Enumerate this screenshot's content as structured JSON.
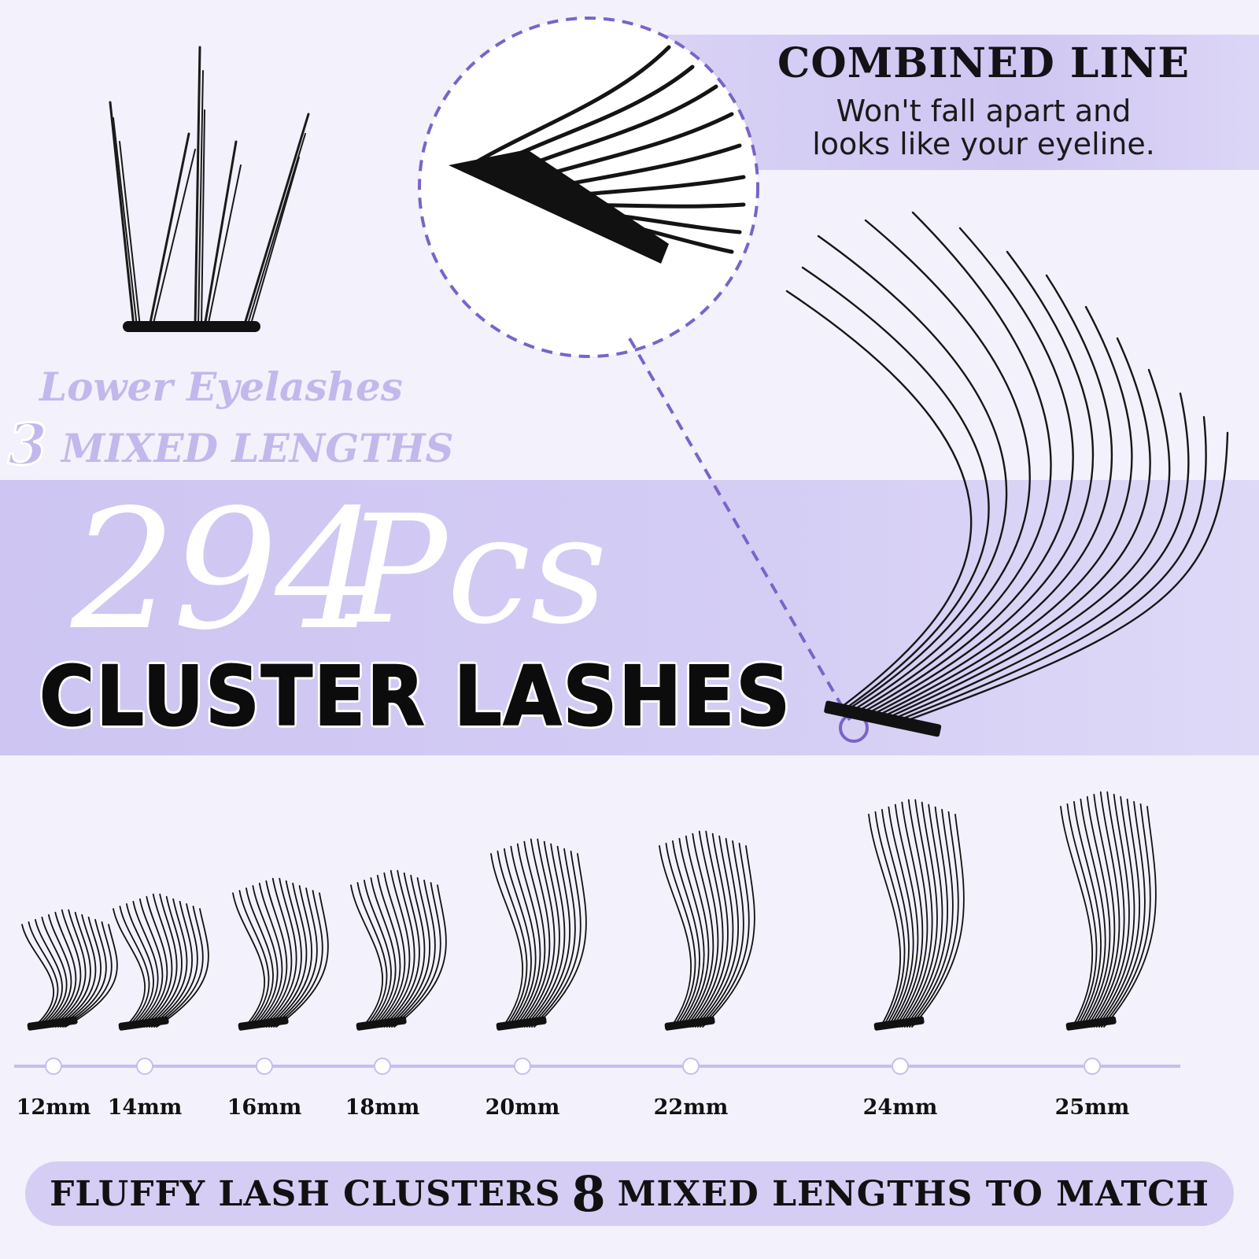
{
  "combined": {
    "title": "COMBINED LINE",
    "line1": "Won't fall apart and",
    "line2": "looks like your eyeline."
  },
  "lower": {
    "title": "Lower Eyelashes",
    "number": "3",
    "lengths": "MIXED LENGTHS"
  },
  "hero": {
    "count": "294",
    "unit": "Pcs",
    "title": "CLUSTER LASHES"
  },
  "lengths": [
    "12mm",
    "14mm",
    "16mm",
    "18mm",
    "20mm",
    "22mm",
    "24mm",
    "25mm"
  ],
  "bottom": {
    "prefix": "FLUFFY LASH CLUSTERS",
    "number": "8",
    "suffix": "MIXED LENGTHS TO MATCH"
  },
  "colors": {
    "accent": "#7a63c9",
    "lavender": "#cfc6f2",
    "lash": "#111111"
  }
}
